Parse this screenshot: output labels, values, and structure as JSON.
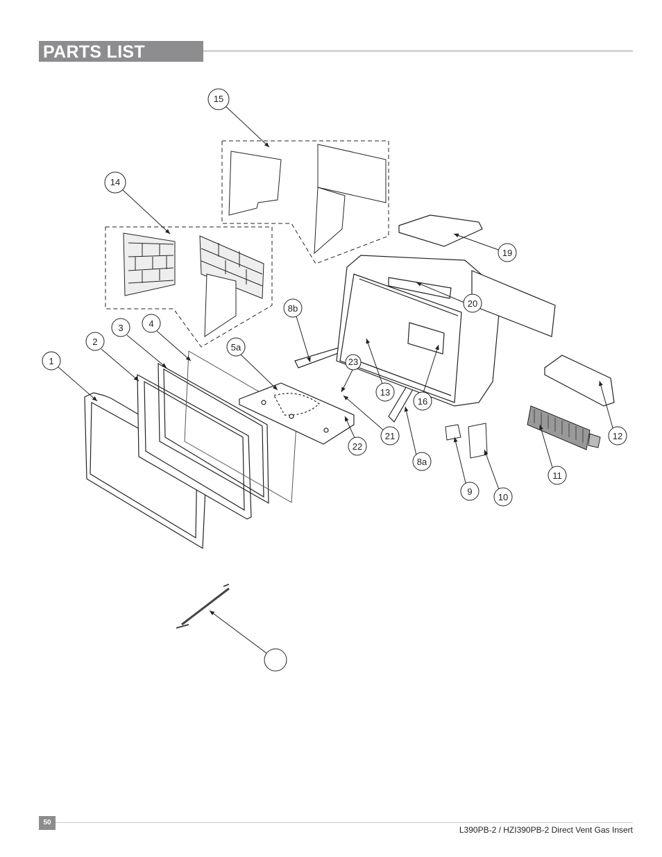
{
  "header": {
    "title": "PARTS LIST"
  },
  "footer": {
    "page_number": "50",
    "doc_title": "L390PB-2 / HZI390PB-2 Direct Vent Gas Insert"
  },
  "callouts": {
    "c1": "1",
    "c2": "2",
    "c3": "3",
    "c4": "4",
    "c5a": "5a",
    "c8a": "8a",
    "c8b": "8b",
    "c9": "9",
    "c10": "10",
    "c11": "11",
    "c12": "12",
    "c13": "13",
    "c14": "14",
    "c15": "15",
    "c16": "16",
    "c19": "19",
    "c20": "20",
    "c21": "21",
    "c22": "22",
    "c23": "23",
    "c_blank": ""
  }
}
